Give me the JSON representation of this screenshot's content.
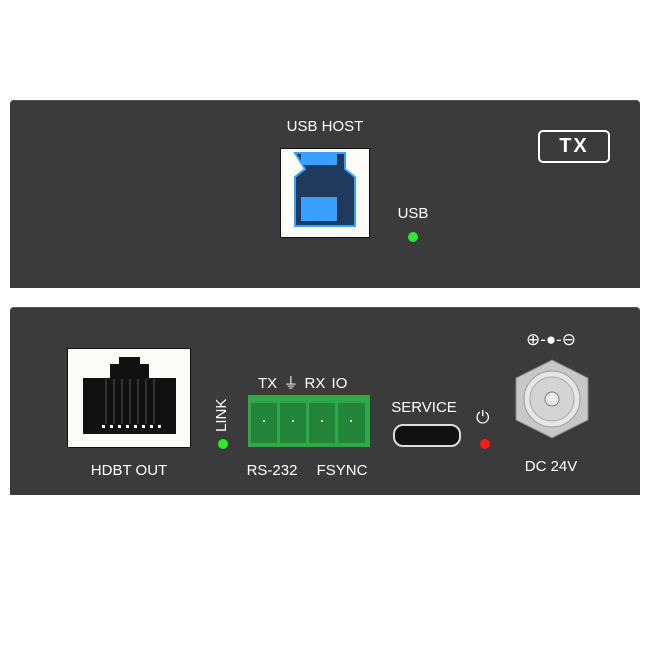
{
  "top_panel": {
    "usb_host_label": "USB HOST",
    "usb_led_label": "USB",
    "tx_badge": "TX"
  },
  "bottom_panel": {
    "hdbt_label": "HDBT OUT",
    "link_label": "LINK",
    "terminal_top_labels": {
      "tx": "TX",
      "gnd": "⏚",
      "rx": "RX",
      "io": "IO"
    },
    "rs232_label": "RS-232",
    "fsync_label": "FSYNC",
    "service_label": "SERVICE",
    "polarity_label": "⊕-●-⊖",
    "dc_label": "DC 24V"
  },
  "colors": {
    "panel": "#3b3b3b",
    "led_green": "#2ee82e",
    "led_red": "#ff1a1a",
    "usb_blue": "#3aa0ff",
    "terminal_green": "#2fa84a"
  }
}
